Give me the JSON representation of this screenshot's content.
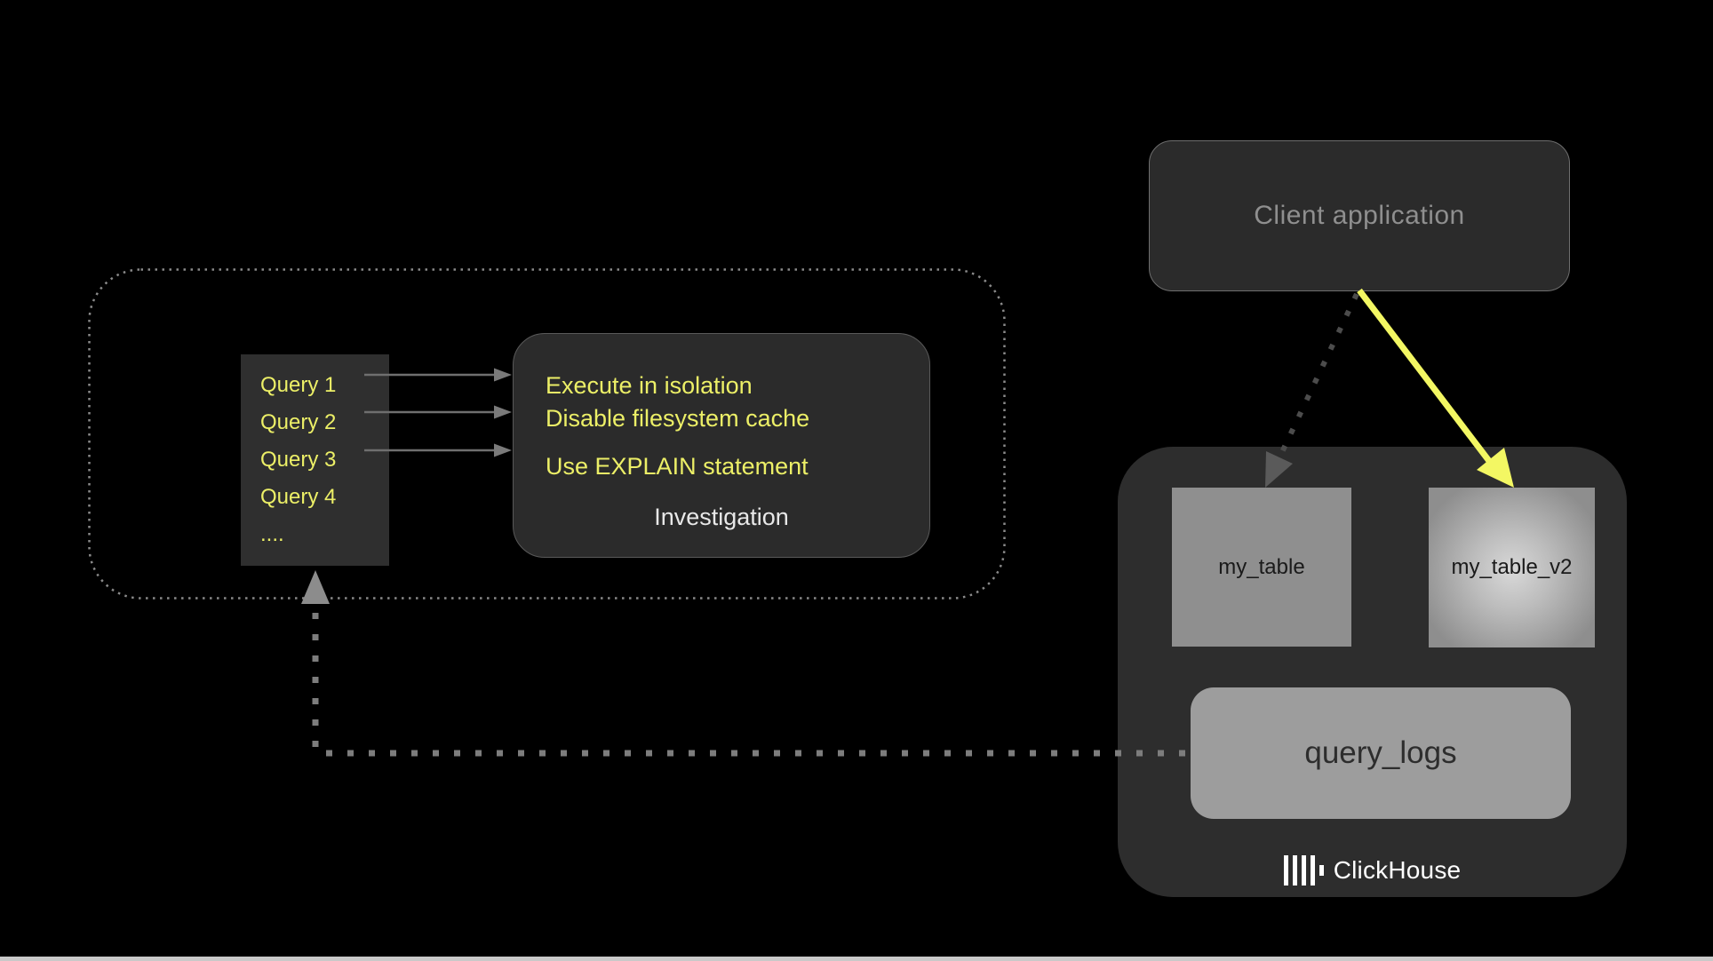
{
  "client": {
    "label": "Client application"
  },
  "queries": {
    "items": [
      "Query 1",
      "Query 2",
      "Query 3",
      "Query 4",
      "...."
    ]
  },
  "tips": {
    "items": [
      "Execute in isolation",
      "Disable filesystem cache",
      "Use EXPLAIN statement"
    ],
    "caption": "Investigation"
  },
  "tables": {
    "my_table": "my_table",
    "my_table_v2": "my_table_v2",
    "query_logs": "query_logs"
  },
  "brand": {
    "name": "ClickHouse"
  },
  "colors": {
    "background": "#000000",
    "panel_dark": "#2b2b2b",
    "container_dark": "#2d2d2d",
    "accent_yellow_text": "#ecef67",
    "accent_yellow_arrow": "#f3f763",
    "table_gray": "#8f8f8f",
    "logs_gray": "#9d9d9d",
    "muted_text": "#8f8f8f",
    "white": "#ffffff"
  }
}
